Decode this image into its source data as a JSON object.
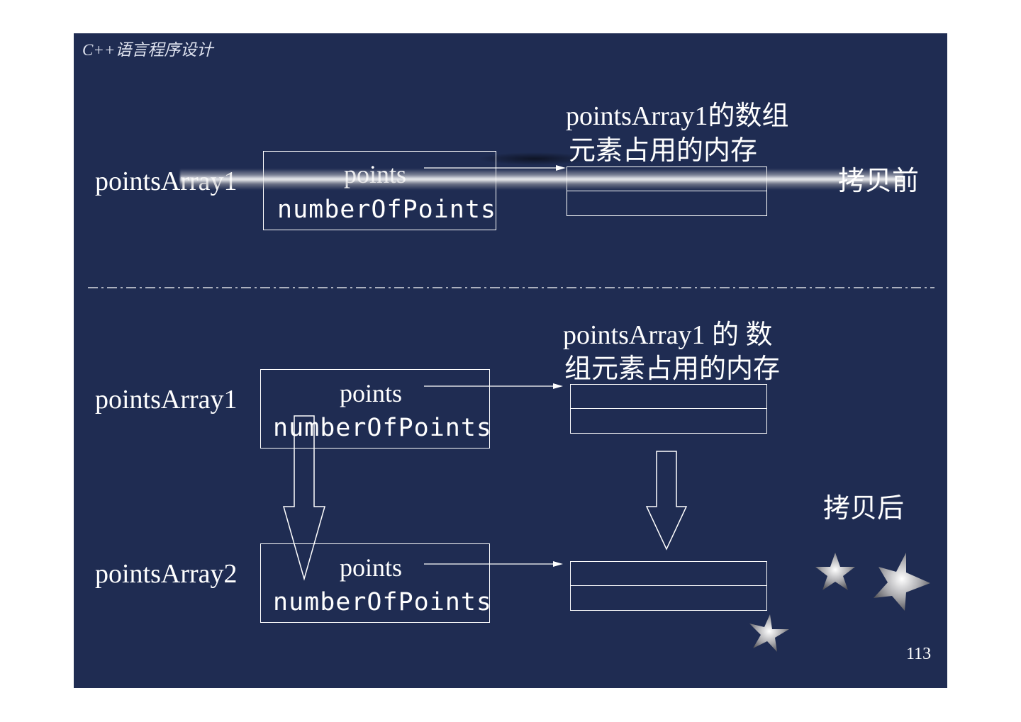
{
  "header": {
    "title": "C++语言程序设计"
  },
  "before": {
    "var_label": "pointsArray1",
    "field_points": "points",
    "field_count": "numberOfPoints",
    "memory_label_line1": "pointsArray1的数组",
    "memory_label_line2": "元素占用的内存",
    "state_label": "拷贝前"
  },
  "after": {
    "var1_label": "pointsArray1",
    "var2_label": "pointsArray2",
    "field_points": "points",
    "field_count": "numberOfPoints",
    "memory_label_line1": "pointsArray1 的 数",
    "memory_label_line2": "组元素占用的内存",
    "state_label": "拷贝后"
  },
  "footer": {
    "page_number": "113"
  },
  "colors": {
    "slide_background": "#1f2c52",
    "foreground": "#ffffff"
  },
  "decorations": {
    "icon": "star-icon",
    "count": 3
  }
}
